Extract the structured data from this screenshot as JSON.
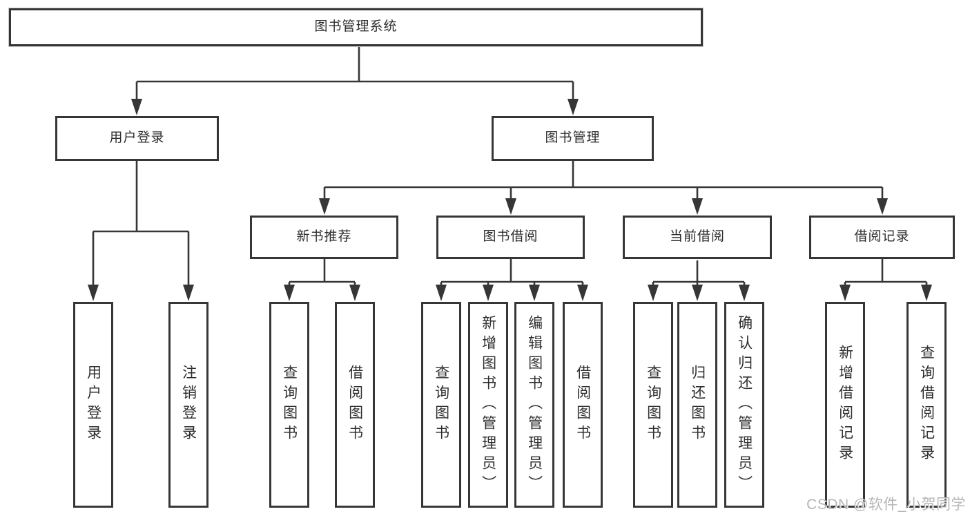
{
  "tree": {
    "root": "图书管理系统",
    "children": [
      {
        "label": "用户登录",
        "children": [
          {
            "label": "用户登录"
          },
          {
            "label": "注销登录"
          }
        ]
      },
      {
        "label": "图书管理",
        "children": [
          {
            "label": "新书推荐",
            "children": [
              {
                "label": "查询图书"
              },
              {
                "label": "借阅图书"
              }
            ]
          },
          {
            "label": "图书借阅",
            "children": [
              {
                "label": "查询图书"
              },
              {
                "label": "新增图书（管理员）"
              },
              {
                "label": "编辑图书（管理员）"
              },
              {
                "label": "借阅图书"
              }
            ]
          },
          {
            "label": "当前借阅",
            "children": [
              {
                "label": "查询图书"
              },
              {
                "label": "归还图书"
              },
              {
                "label": "确认归还（管理员）"
              }
            ]
          },
          {
            "label": "借阅记录",
            "children": [
              {
                "label": "新增借阅记录"
              },
              {
                "label": "查询借阅记录"
              }
            ]
          }
        ]
      }
    ]
  },
  "watermark": "CSDN @软件_小贺同学",
  "colors": {
    "line": "#363636",
    "box_border": "#363636",
    "text": "#2e2e2e",
    "watermark": "#b5b5b5",
    "background": "#ffffff"
  }
}
